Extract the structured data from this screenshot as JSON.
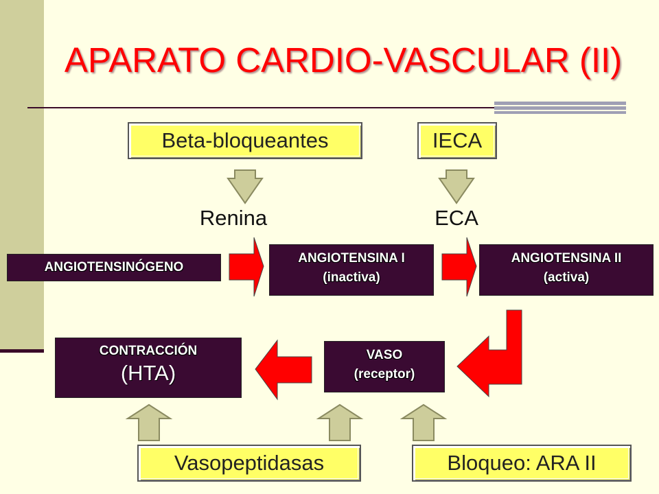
{
  "title": "APARATO CARDIO-VASCULAR (II)",
  "drugs": {
    "beta": "Beta-bloqueantes",
    "ieca": "IECA",
    "vasopeptidasas": "Vasopeptidasas",
    "ara": "Bloqueo: ARA II"
  },
  "enzymes": {
    "renina": "Renina",
    "eca": "ECA"
  },
  "pathway": {
    "angiotensinogeno": "ANGIOTENSINÓGENO",
    "ang1_line1": "ANGIOTENSINA I",
    "ang1_line2": "(inactiva)",
    "ang2_line1": "ANGIOTENSINA II",
    "ang2_line2": "(activa)",
    "vaso_line1": "VASO",
    "vaso_line2": "(receptor)",
    "contraccion_line1": "CONTRACCIÓN",
    "contraccion_line2": "(HTA)"
  },
  "colors": {
    "background": "#ffffe5",
    "title": "#ff0000",
    "yellow_box": "#ffff66",
    "dark_box": "#3a0a32",
    "red_arrow": "#ff0000",
    "olive_arrow": "#cdcd9b"
  }
}
